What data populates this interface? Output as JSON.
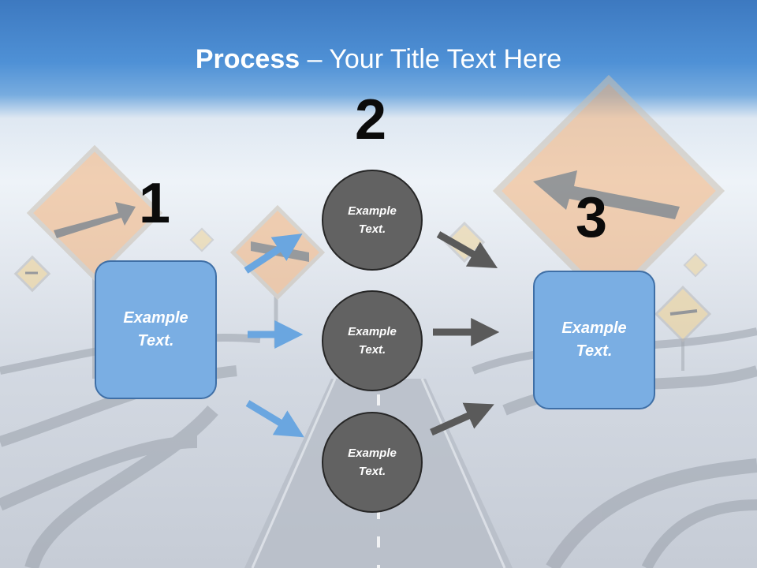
{
  "title": {
    "bold": "Process",
    "rest": " – Your Title Text Here"
  },
  "steps": {
    "one": {
      "number": "1",
      "text_line1": "Example",
      "text_line2": "Text."
    },
    "two": {
      "number": "2",
      "circles": [
        {
          "line1": "Example",
          "line2": "Text."
        },
        {
          "line1": "Example",
          "line2": "Text."
        },
        {
          "line1": "Example",
          "line2": "Text."
        }
      ]
    },
    "three": {
      "number": "3",
      "text_line1": "Example",
      "text_line2": "Text."
    }
  },
  "colors": {
    "box_fill": "#7aaee3",
    "circle_fill": "#626262",
    "blue_arrow": "#6aa6e0",
    "gray_arrow": "#5a5a5a",
    "title_band": "#4f91d6"
  }
}
